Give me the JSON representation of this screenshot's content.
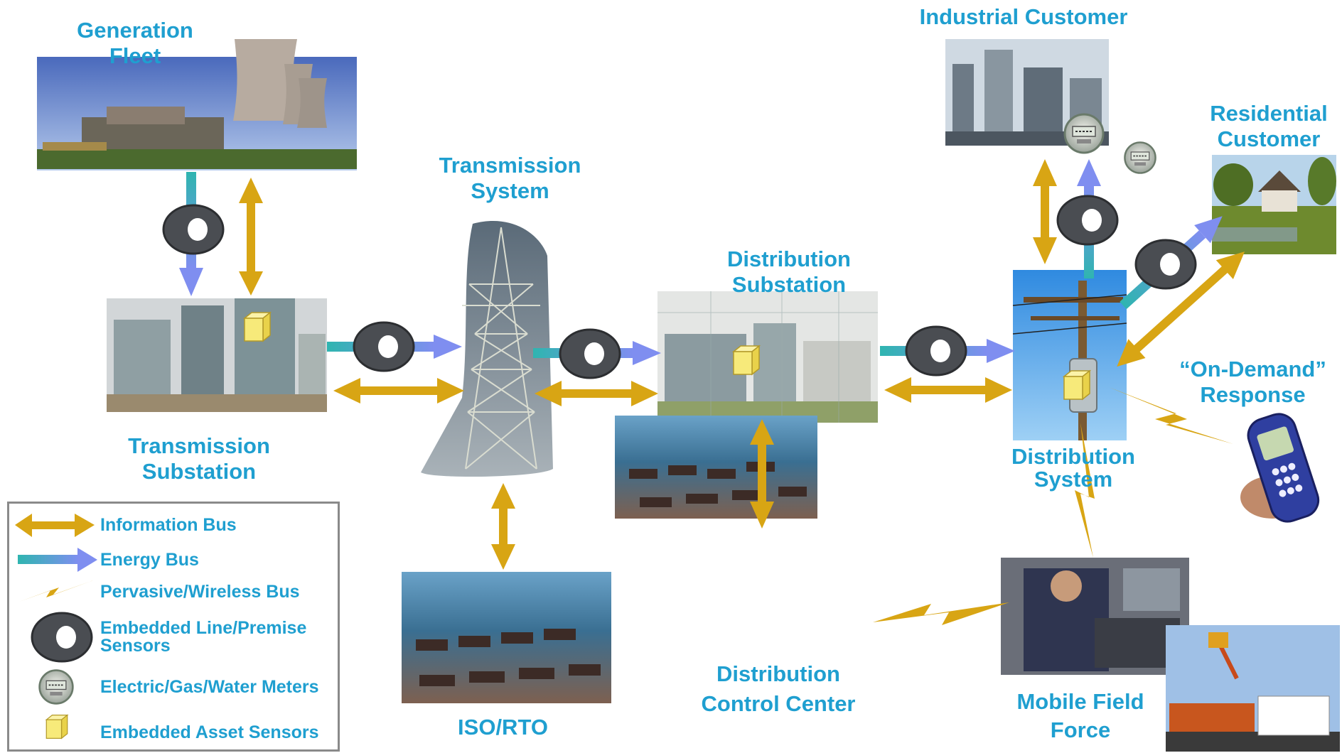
{
  "labels": {
    "generation_fleet": [
      "Generation",
      "Fleet"
    ],
    "transmission_substation": [
      "Transmission",
      "Substation"
    ],
    "transmission_system": [
      "Transmission",
      "System"
    ],
    "distribution_substation": [
      "Distribution",
      "Substation"
    ],
    "industrial_customer": "Industrial Customer",
    "residential_customer": [
      "Residential",
      "Customer"
    ],
    "on_demand_response": [
      "“On-Demand”",
      "Response"
    ],
    "distribution_system": [
      "Distribution",
      "System"
    ],
    "iso_rto": "ISO/RTO",
    "distribution_control_center": [
      "Distribution",
      "Control Center"
    ],
    "mobile_field_force": [
      "Mobile Field",
      "Force"
    ]
  },
  "legend": {
    "information_bus": "Information Bus",
    "energy_bus": "Energy Bus",
    "wireless_bus": "Pervasive/Wireless Bus",
    "line_sensors": [
      "Embedded Line/Premise",
      "Sensors"
    ],
    "meters": "Electric/Gas/Water Meters",
    "asset_sensors": "Embedded Asset Sensors"
  },
  "colors": {
    "label_blue": "#1f9fd0",
    "information_bus": "#d8a514",
    "energy_bus_start": "#2fb5b0",
    "energy_bus_end": "#7f8ef0",
    "sensor_ring": "#4a4d52",
    "asset_sensor": "#f7ea7a"
  }
}
